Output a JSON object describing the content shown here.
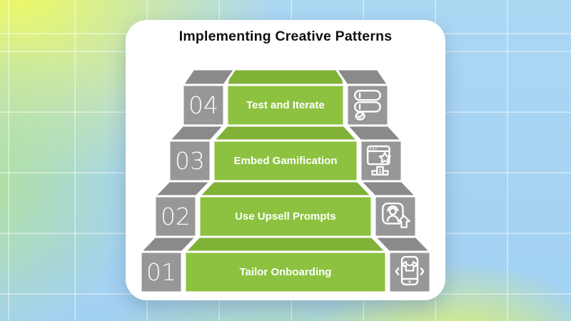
{
  "title": "Implementing Creative Patterns",
  "steps": [
    {
      "number": "04",
      "label": "Test and Iterate",
      "icon": "checklist-toggles-icon"
    },
    {
      "number": "03",
      "label": "Embed Gamification",
      "icon": "browser-star-podium-icon",
      "icon_badge": "1"
    },
    {
      "number": "02",
      "label": "Use Upsell Prompts",
      "icon": "user-upgrade-arrow-icon"
    },
    {
      "number": "01",
      "label": "Tailor Onboarding",
      "icon": "phone-tshirt-swap-icon"
    }
  ],
  "colors": {
    "green": "#8cc23f",
    "green_top": "#80b238",
    "gray": "#979797",
    "gray_top": "#8a8a8a",
    "card_bg": "#ffffff",
    "title_color": "#111111",
    "bg_yellow": "#eefa5f",
    "bg_green": "#b2e396",
    "bg_blue": "#a7d3f2"
  }
}
